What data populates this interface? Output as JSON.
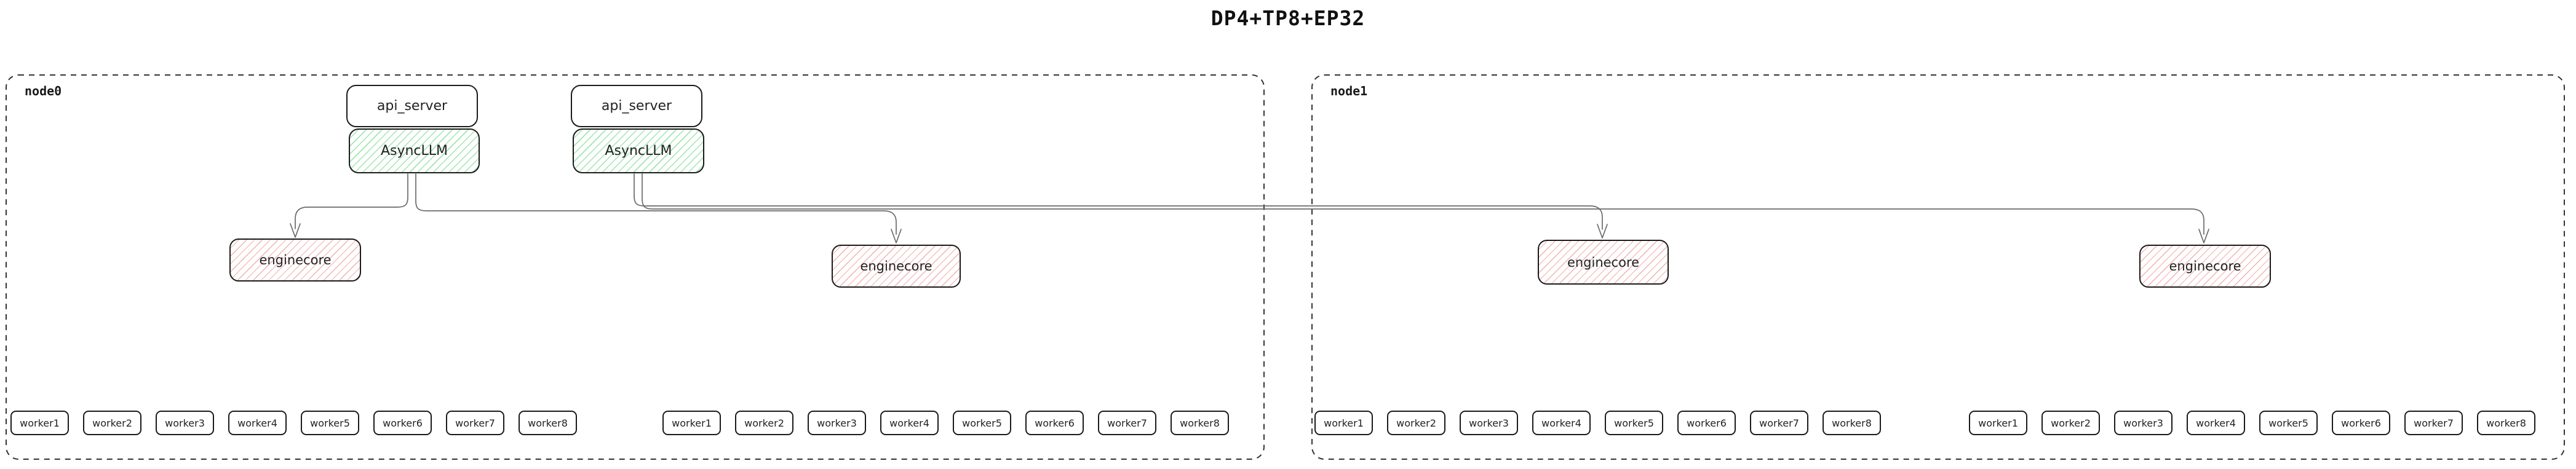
{
  "title": "DP4+TP8+EP32",
  "labels": {
    "api_server": "api_server",
    "asyncllm": "AsyncLLM",
    "enginecore": "enginecore"
  },
  "nodes": [
    {
      "label": "node0"
    },
    {
      "label": "node1"
    }
  ],
  "workers": [
    "worker1",
    "worker2",
    "worker3",
    "worker4",
    "worker5",
    "worker6",
    "worker7",
    "worker8"
  ],
  "colors": {
    "hatch_green": "#9fe6ae",
    "hatch_red": "#f2b1ab",
    "line_color": "#6b6b6b",
    "border_color": "#1a1a1a",
    "node_border": "#333333"
  }
}
